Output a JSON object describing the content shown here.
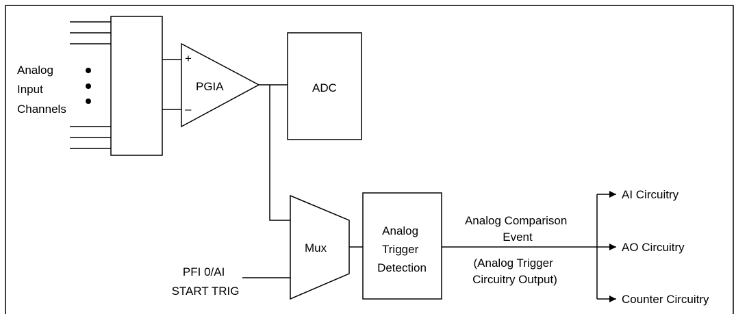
{
  "diagram": {
    "analog_input": [
      "Analog",
      "Input",
      "Channels"
    ],
    "opamp_plus": "+",
    "opamp_minus": "–",
    "pgia": "PGIA",
    "adc": "ADC",
    "mux": "Mux",
    "trigger_detection": [
      "Analog",
      "Trigger",
      "Detection"
    ],
    "pfi": [
      "PFI 0/AI",
      "START TRIG"
    ],
    "comparison_event": [
      "Analog Comparison",
      "Event"
    ],
    "trigger_output": [
      "(Analog Trigger",
      "Circuitry Output)"
    ],
    "outputs": {
      "ai": "AI Circuitry",
      "ao": "AO Circuitry",
      "counter": "Counter Circuitry"
    }
  }
}
